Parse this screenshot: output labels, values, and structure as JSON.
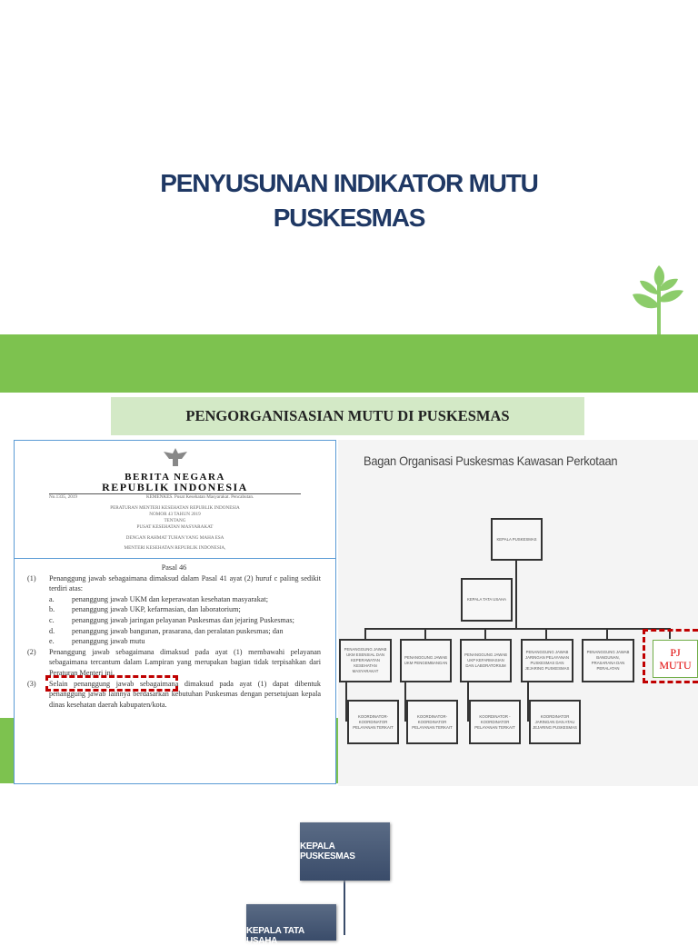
{
  "slide1": {
    "title_line1": "PENYUSUNAN INDIKATOR MUTU",
    "title_line2": "PUSKESMAS",
    "icon": "plant-sprout-icon",
    "accent": "#7dc24f",
    "title_color": "#1f3864"
  },
  "slide2": {
    "title": "PENGORGANISASIAN MUTU DI PUSKESMAS",
    "doc": {
      "header1": "BERITA NEGARA",
      "header2": "REPUBLIK INDONESIA",
      "number": "No.1335, 2019",
      "kemenkes": "KEMENKES. Pusat Kesehatan Masyarakat. Pencabutan.",
      "reg1": "PERATURAN MENTERI KESEHATAN REPUBLIK INDONESIA",
      "reg2": "NOMOR 43 TAHUN 2019",
      "reg3": "TENTANG",
      "reg4": "PUSAT KESEHATAN MASYARAKAT",
      "reg5": "DENGAN RAHMAT TUHAN YANG MAHA ESA",
      "reg6": "MENTERI KESEHATAN REPUBLIK INDONESIA,",
      "pasal": "Pasal 46",
      "p1_num": "(1)",
      "p1": "Penanggung jawab sebagaimana dimaksud dalam Pasal 41 ayat (2) huruf c paling sedikit terdiri atas:",
      "items": [
        {
          "m": "a.",
          "t": "penanggung jawab UKM dan keperawatan kesehatan masyarakat;"
        },
        {
          "m": "b.",
          "t": "penanggung jawab UKP, kefarmasian, dan laboratorium;"
        },
        {
          "m": "c.",
          "t": "penanggung jawab jaringan pelayanan Puskesmas dan jejaring Puskesmas;"
        },
        {
          "m": "d.",
          "t": "penanggung jawab bangunan, prasarana, dan peralatan puskesmas; dan"
        },
        {
          "m": "e.",
          "t": "penanggung jawab mutu"
        }
      ],
      "p2_num": "(2)",
      "p2": "Penanggung jawab sebagaimana dimaksud pada ayat (1) membawahi pelayanan sebagaimana tercantum dalam Lampiran yang merupakan bagian tidak terpisahkan dari Peraturan Menteri ini.",
      "p3_num": "(3)",
      "p3": "Selain penanggung jawab sebagaimana dimaksud pada ayat (1) dapat dibentuk penanggung jawab lainnya berdasarkan kebutuhan Puskesmas dengan persetujuan kepala dinas kesehatan daerah kabupaten/kota."
    },
    "org": {
      "title": "Bagan Organisasi Puskesmas Kawasan Perkotaan",
      "head": "KEPALA PUSKESMAS",
      "tu": "KEPALA TATA USAHA",
      "row": [
        "PENANGGUNG JAWAB UKM ESENSIAL DAN KEPERAWATAN KESEHATAN MASYARAKAT",
        "PENANGGUNG JAWAB UKM PENGEMBANGAN",
        "PENANGGUNG JAWAB UKP KEFARMASIAN DAN LABORATORIUM",
        "PENANGGUNG JAWAB JARINGAN PELAYANAN PUSKESMAS DAN JEJARING PUSKESMAS",
        "PENANGGUNG JAWAB BANGUNAN, PRASARANA DAN PERALATAN"
      ],
      "sub": [
        "KOORDINATOR-KOORDINATOR PELAYANAN TERKAIT",
        "KOORDINATOR-KOORDINATOR PELAYANAN TERKAIT",
        "KOORDINATOR - KOORDINATOR PELAYANAN TERKAIT",
        "KOORDINATOR JARINGAN DAN ATAU JEJARING PUSKESMAS"
      ],
      "pj_mutu": "PJ MUTU"
    }
  },
  "slide3": {
    "head": "KEPALA PUSKESMAS",
    "tu": "KEPALA TATA USAHA"
  }
}
